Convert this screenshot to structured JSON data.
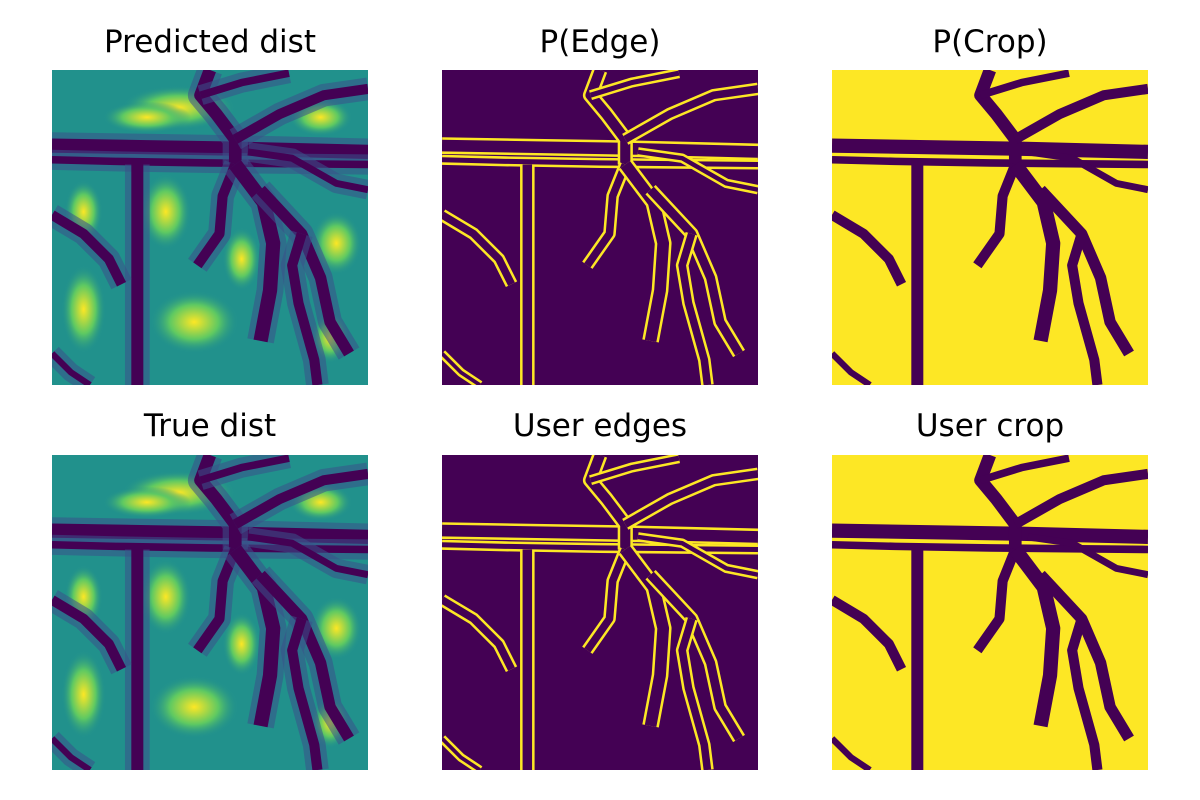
{
  "figure": {
    "colormap": "viridis",
    "colors": {
      "low": "#440154",
      "mid": "#21918c",
      "high": "#fde725"
    }
  },
  "chart_data": [
    {
      "type": "heatmap",
      "title": "Predicted dist",
      "kind": "dist"
    },
    {
      "type": "heatmap",
      "title": "P(Edge)",
      "kind": "edge"
    },
    {
      "type": "heatmap",
      "title": "P(Crop)",
      "kind": "crop"
    },
    {
      "type": "heatmap",
      "title": "True dist",
      "kind": "dist"
    },
    {
      "type": "heatmap",
      "title": "User edges",
      "kind": "edge"
    },
    {
      "type": "heatmap",
      "title": "User crop",
      "kind": "crop"
    }
  ]
}
